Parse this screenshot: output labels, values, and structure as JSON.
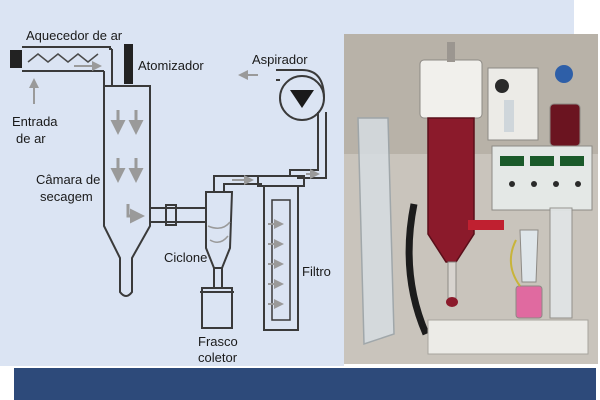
{
  "labels": {
    "heater": "Aquecedor de ar",
    "atomizer": "Atomizador",
    "aspirator": "Aspirador",
    "air_inlet_line1": "Entrada",
    "air_inlet_line2": "de ar",
    "drying_chamber_line1": "Câmara de",
    "drying_chamber_line2": "secagem",
    "cyclone": "Ciclone",
    "filter": "Filtro",
    "collector_line1": "Frasco",
    "collector_line2": "coletor"
  },
  "colors": {
    "diagram_background": "#dbe4f3",
    "bottom_bar": "#2d4a7a",
    "glass_outline": "#3a3a3a",
    "flow_arrow": "#9a9a9a",
    "feed_solution": "#8b1a2b"
  },
  "icons": {
    "aspirator_fan": "triangle-down-icon",
    "atomizer_nozzle": "nozzle-icon"
  }
}
